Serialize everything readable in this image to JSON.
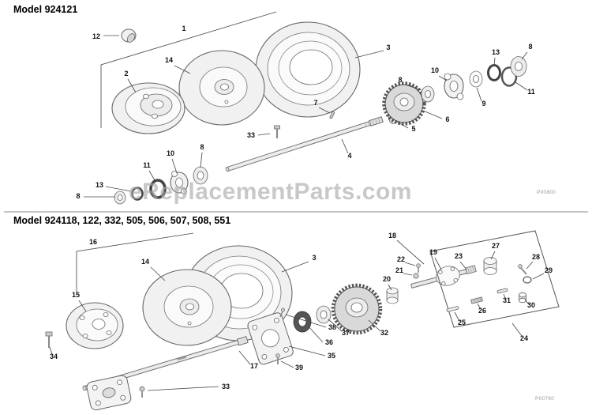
{
  "page": {
    "watermark": "eReplacementParts.com",
    "watermark_color": "#a8a8a8",
    "line_color": "#4a4a4a",
    "part_fill": "#f1f1f1",
    "background": "#ffffff"
  },
  "sections": [
    {
      "title": "Model 924121",
      "part_code": "P00800",
      "callouts": [
        "12",
        "1",
        "2",
        "14",
        "3",
        "8",
        "10",
        "13",
        "8",
        "11",
        "9",
        "6",
        "5",
        "7",
        "4",
        "33",
        "8",
        "10",
        "11",
        "13",
        "8"
      ]
    },
    {
      "title": "Model 924118, 122, 332, 505, 506, 507, 508, 551",
      "part_code": "P00760",
      "callouts": [
        "16",
        "14",
        "3",
        "15",
        "34",
        "17",
        "33",
        "39",
        "35",
        "36",
        "38",
        "37",
        "32",
        "20",
        "21",
        "22",
        "19",
        "18",
        "23",
        "27",
        "28",
        "29",
        "31",
        "26",
        "25",
        "30",
        "24"
      ]
    }
  ]
}
